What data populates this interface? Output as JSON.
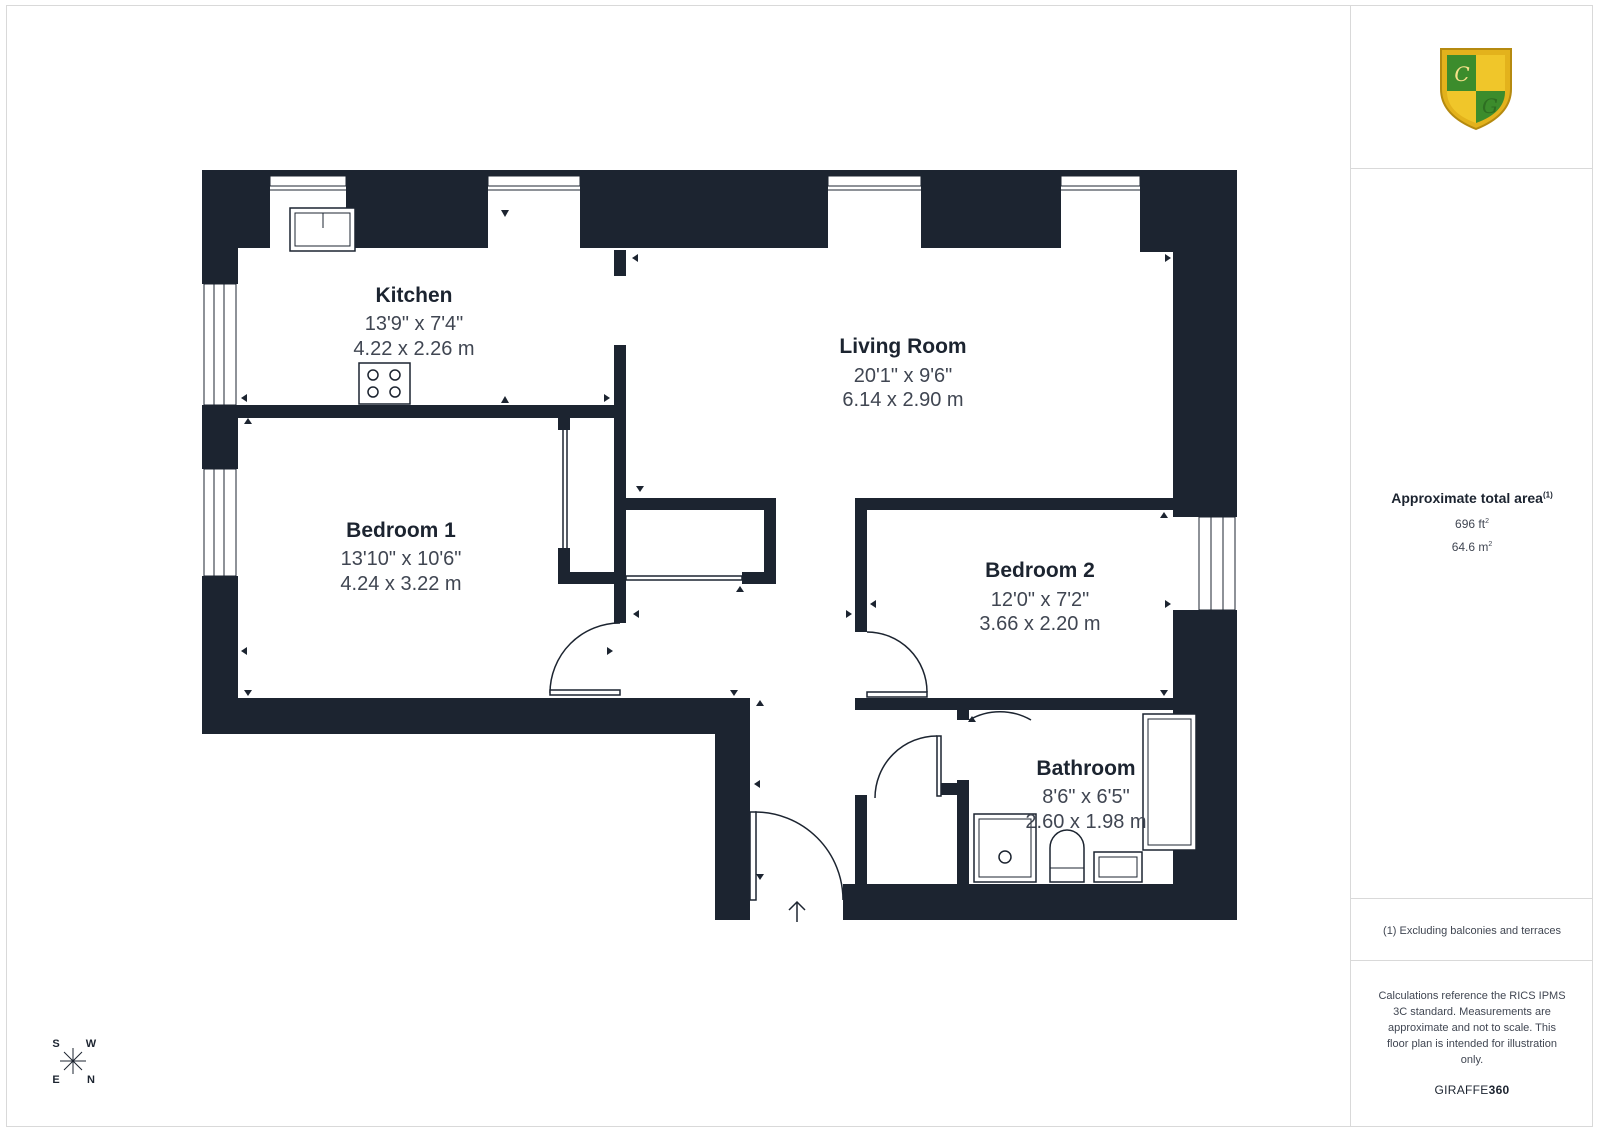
{
  "rooms": [
    {
      "name": "Kitchen",
      "imperial": "13'9\" x 7'4\"",
      "metric": "4.22 x 2.26 m"
    },
    {
      "name": "Living Room",
      "imperial": "20'1\" x 9'6\"",
      "metric": "6.14 x 2.90 m"
    },
    {
      "name": "Bedroom 1",
      "imperial": "13'10\" x 10'6\"",
      "metric": "4.24 x 3.22 m"
    },
    {
      "name": "Bedroom 2",
      "imperial": "12'0\" x 7'2\"",
      "metric": "3.66 x 2.20 m"
    },
    {
      "name": "Bathroom",
      "imperial": "8'6\" x 6'5\"",
      "metric": "2.60 x 1.98 m"
    }
  ],
  "area": {
    "title": "Approximate total area",
    "title_note": "(1)",
    "imperial_value": "696 ft",
    "imperial_exp": "2",
    "metric_value": "64.6 m",
    "metric_exp": "2"
  },
  "footnote": "(1) Excluding balconies and terraces",
  "disclaimer": "Calculations reference the RICS IPMS 3C standard. Measurements are approximate and not to scale. This floor plan is intended for illustration only.",
  "brand": {
    "prefix": "GIRAFFE",
    "suffix": "360"
  },
  "compass": {
    "s": "S",
    "w": "W",
    "e": "E",
    "n": "N"
  },
  "logo": {
    "letter_top": "C",
    "letter_bottom": "G"
  },
  "colors": {
    "wall": "#1c2430",
    "text": "#1c2430",
    "logo_green": "#3c8c2c",
    "logo_gold": "#e3b21c"
  }
}
